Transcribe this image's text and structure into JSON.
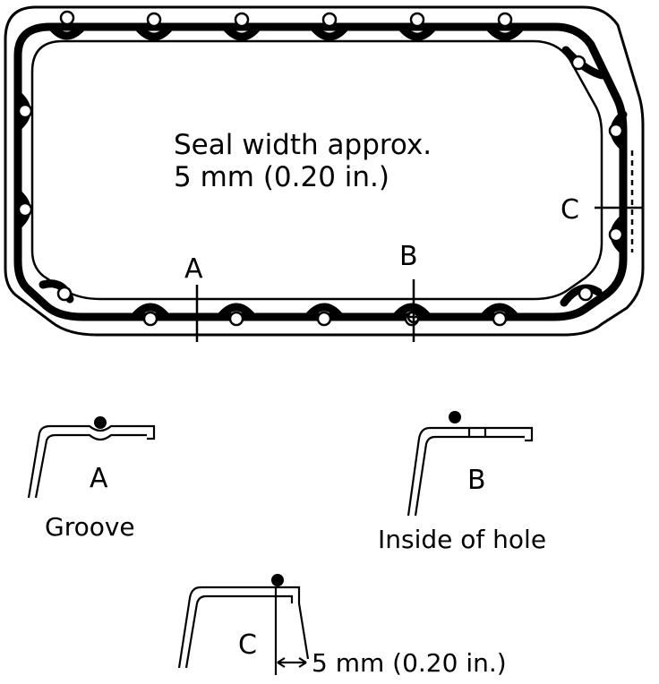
{
  "diagram": {
    "note_line1": "Seal width approx.",
    "note_line2": "5 mm (0.20 in.)",
    "section_A": "A",
    "section_B": "B",
    "section_C": "C",
    "detail_A_label": "A",
    "detail_A_caption": "Groove",
    "detail_B_label": "B",
    "detail_B_caption": "Inside of hole",
    "detail_C_label": "C",
    "detail_C_dimension": "5 mm (0.20 in.)"
  },
  "colors": {
    "ink": "#000000",
    "paper": "#ffffff"
  }
}
